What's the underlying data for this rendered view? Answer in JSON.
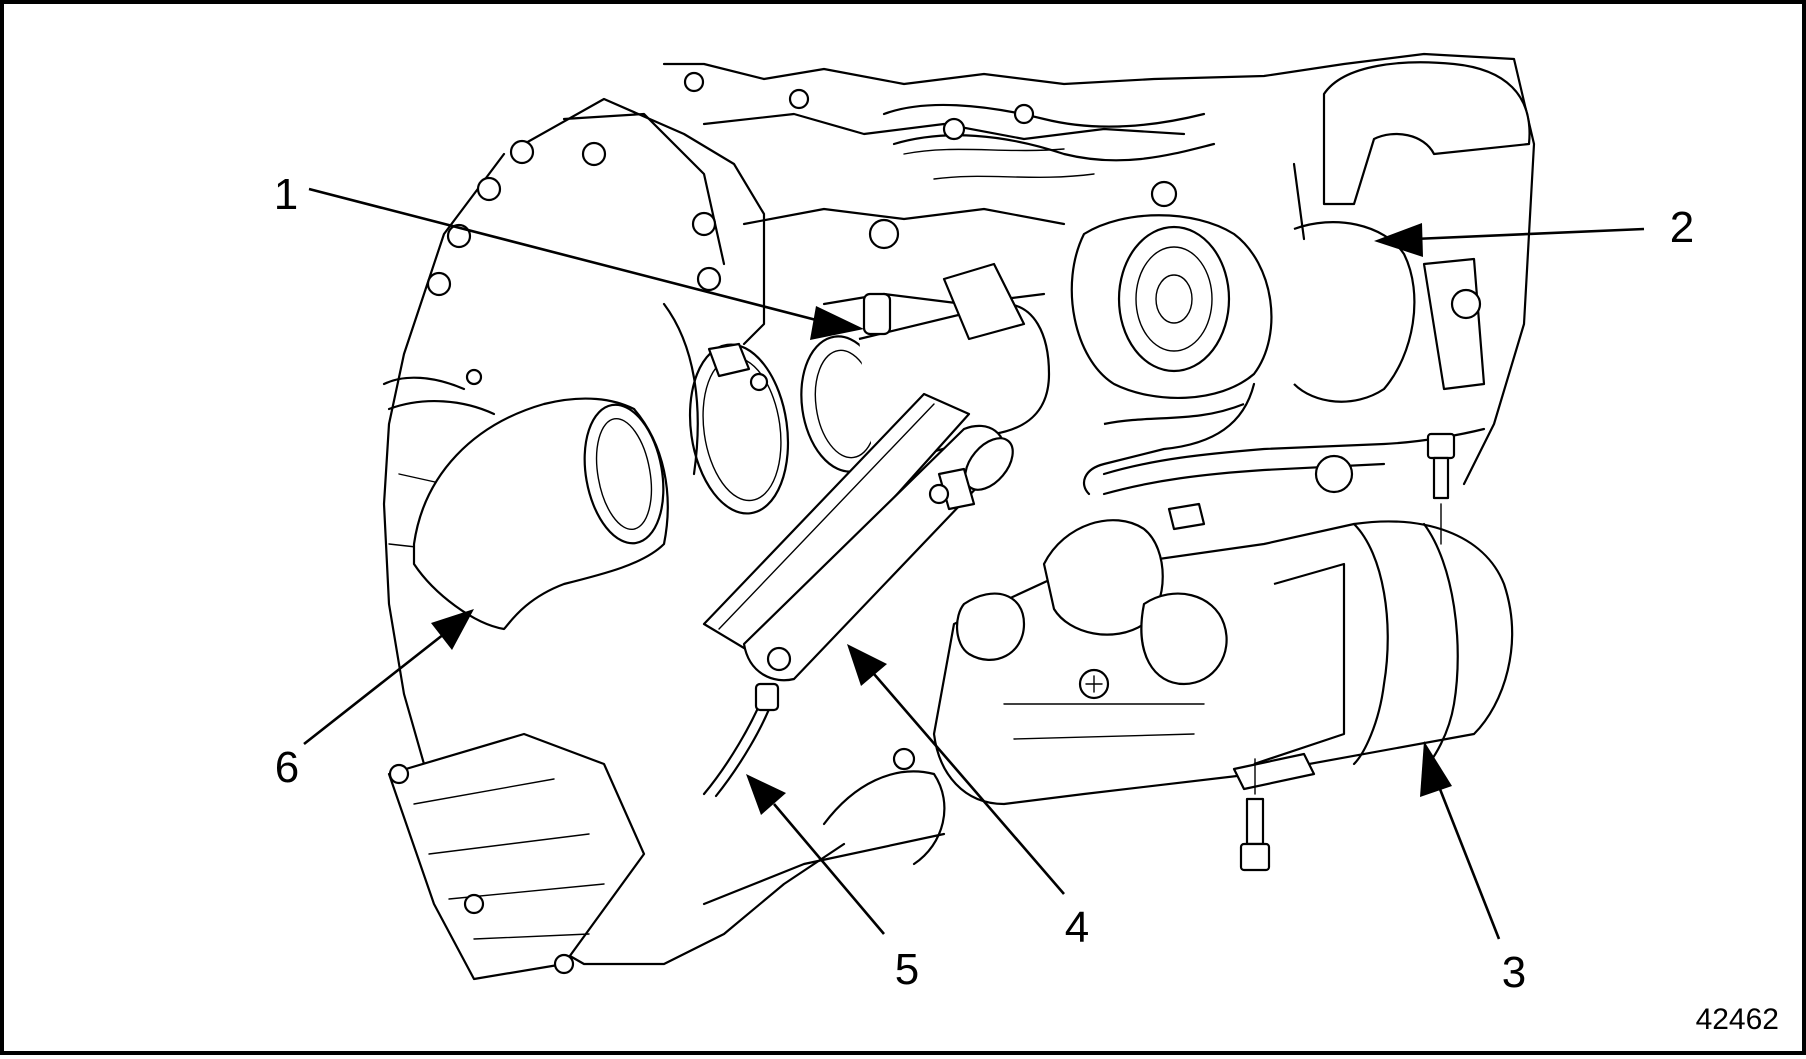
{
  "figure_number": "42462",
  "callouts": [
    {
      "id": "1",
      "label": "1"
    },
    {
      "id": "2",
      "label": "2"
    },
    {
      "id": "3",
      "label": "3"
    },
    {
      "id": "4",
      "label": "4"
    },
    {
      "id": "5",
      "label": "5"
    },
    {
      "id": "6",
      "label": "6"
    }
  ],
  "colors": {
    "line": "#000000",
    "background": "#ffffff"
  }
}
